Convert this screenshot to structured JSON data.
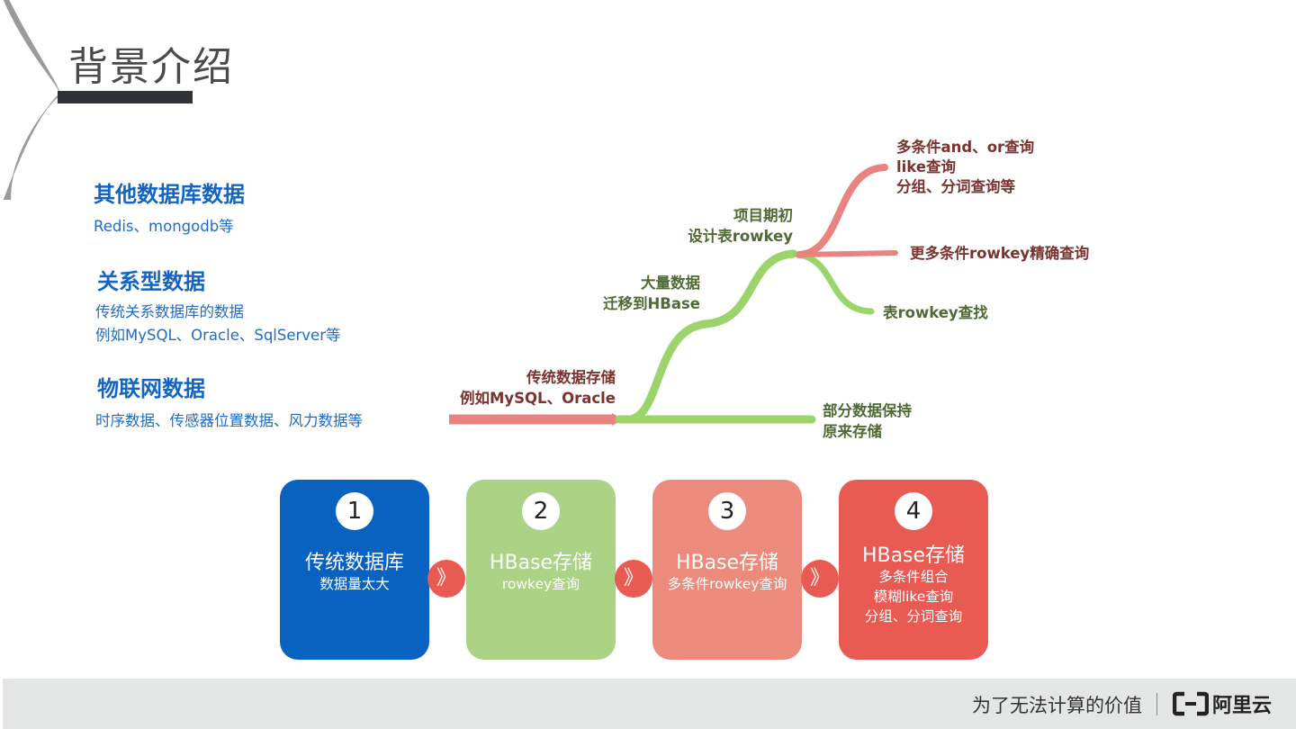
{
  "page": {
    "title": "背景介绍"
  },
  "sources": [
    {
      "heading": "其他数据库数据",
      "lines": [
        "Redis、mongodb等"
      ]
    },
    {
      "heading": "关系型数据",
      "lines": [
        "传统关系数据库的数据",
        "例如MySQL、Oracle、SqlServer等"
      ]
    },
    {
      "heading": "物联网数据",
      "lines": [
        "时序数据、传感器位置数据、风力数据等"
      ]
    }
  ],
  "mindmap": {
    "origin": [
      "传统数据存储",
      "例如MySQL、Oracle"
    ],
    "remain": [
      "部分数据保持",
      "原来存储"
    ],
    "migrate": [
      "大量数据",
      "迁移到HBase"
    ],
    "design": [
      "项目期初",
      "设计表rowkey"
    ],
    "multi": [
      "多条件and、or查询",
      "like查询",
      "分组、分词查询等"
    ],
    "precise": "更多条件rowkey精确查询",
    "lookup": "表rowkey查找",
    "colors": {
      "red": "#e8837f",
      "green": "#9bd46a"
    }
  },
  "steps": [
    {
      "number": "1",
      "title": "传统数据库",
      "sub": [
        "数据量太大"
      ],
      "color": "#0a62c0"
    },
    {
      "number": "2",
      "title": "HBase存储",
      "sub": [
        "rowkey查询"
      ],
      "color": "#acd286"
    },
    {
      "number": "3",
      "title": "HBase存储",
      "sub": [
        "多条件rowkey查询"
      ],
      "color": "#ec8a7b"
    },
    {
      "number": "4",
      "title": "HBase存储",
      "sub": [
        "多条件组合",
        "模糊like查询",
        "分组、分词查询"
      ],
      "color": "#e85a52"
    }
  ],
  "arrow_glyph": "》",
  "footer": {
    "slogan": "为了无法计算的价值",
    "brand": "阿里云"
  }
}
